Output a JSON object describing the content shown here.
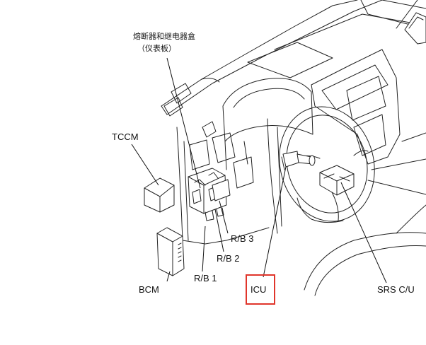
{
  "labels": {
    "fuse_box_line1": "熔断器和继电器盒",
    "fuse_box_line2": "（仪表板）",
    "tccm": "TCCM",
    "bcm": "BCM",
    "rb1": "R/B 1",
    "rb2": "R/B 2",
    "rb3": "R/B 3",
    "icu": "ICU",
    "srs": "SRS C/U"
  },
  "colors": {
    "highlight_box": "#e0352b",
    "line": "#222222",
    "background": "#ffffff"
  }
}
